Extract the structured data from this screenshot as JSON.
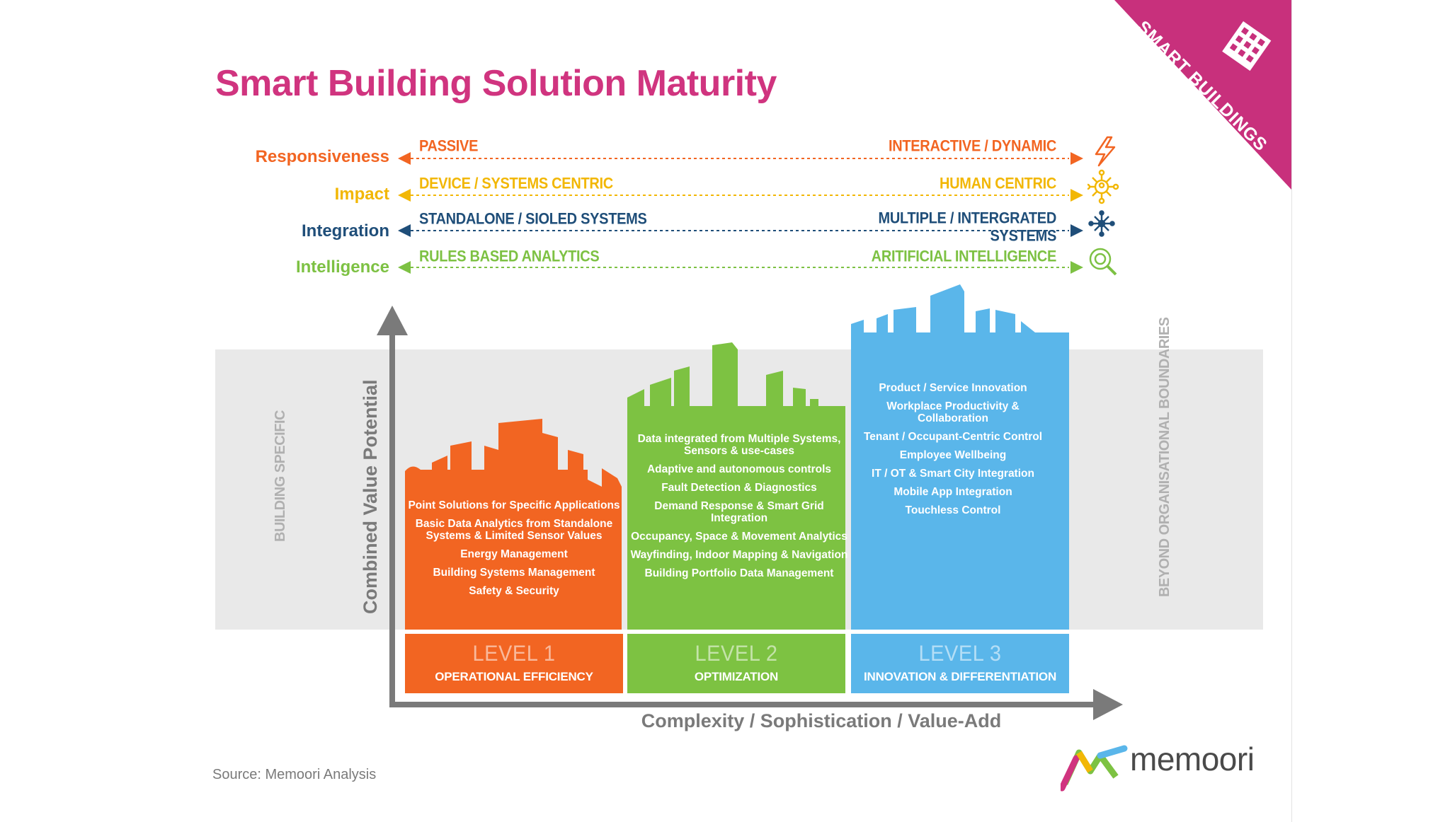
{
  "title": "Smart Building Solution Maturity",
  "corner_badge": "SMART BUILDINGS",
  "colors": {
    "title": "#d0347f",
    "responsiveness": "#f26522",
    "impact": "#f2b705",
    "integration": "#1f4e79",
    "intelligence": "#7dc143",
    "level1": "#f26522",
    "level2": "#7dc242",
    "level3": "#5ab6ea",
    "band": "#e9e9e9",
    "axis": "#7a7a7a"
  },
  "dimensions": [
    {
      "label": "Responsiveness",
      "left": "PASSIVE",
      "right": "INTERACTIVE / DYNAMIC",
      "icon": "lightning-icon",
      "color": "#f26522"
    },
    {
      "label": "Impact",
      "left": "DEVICE / SYSTEMS CENTRIC",
      "right": "HUMAN CENTRIC",
      "icon": "people-network-icon",
      "color": "#f2b705"
    },
    {
      "label": "Integration",
      "left": "STANDALONE / SIOLED SYSTEMS",
      "right": "MULTIPLE / INTERGRATED SYSTEMS",
      "icon": "network-hub-icon",
      "color": "#1f4e79"
    },
    {
      "label": "Intelligence",
      "left": "RULES BASED ANALYTICS",
      "right": "ARITIFICIAL INTELLIGENCE",
      "icon": "brain-magnifier-icon",
      "color": "#7dc143"
    }
  ],
  "side_left": "BUILDING SPECIFIC",
  "side_right": "BEYOND ORGANISATIONAL BOUNDARIES",
  "y_axis_label": "Combined Value Potential",
  "x_axis_label": "Complexity / Sophistication / Value-Add",
  "levels": [
    {
      "level": "LEVEL 1",
      "name": "OPERATIONAL EFFICIENCY",
      "items": [
        "Point Solutions for Specific Applications",
        "Basic Data Analytics from Standalone Systems & Limited Sensor Values",
        "Energy Management",
        "Building Systems Management",
        "Safety & Security"
      ]
    },
    {
      "level": "LEVEL 2",
      "name": "OPTIMIZATION",
      "items": [
        "Data integrated from Multiple Systems, Sensors & use-cases",
        "Adaptive and autonomous controls",
        "Fault Detection & Diagnostics",
        "Demand Response & Smart Grid Integration",
        "Occupancy, Space & Movement Analytics",
        "Wayfinding, Indoor Mapping & Navigation",
        "Building Portfolio Data Management"
      ]
    },
    {
      "level": "LEVEL 3",
      "name": "INNOVATION & DIFFERENTIATION",
      "items": [
        "Product / Service Innovation",
        "Workplace Productivity & Collaboration",
        "Tenant / Occupant-Centric Control",
        "Employee Wellbeing",
        "IT / OT & Smart City Integration",
        "Mobile App Integration",
        "Touchless Control"
      ]
    }
  ],
  "source": "Source: Memoori Analysis",
  "logo": "memoori"
}
